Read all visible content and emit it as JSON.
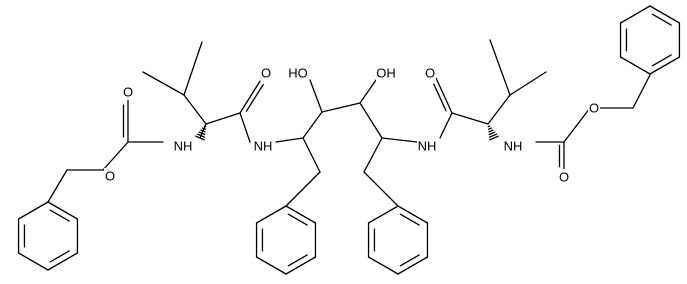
{
  "molecule": {
    "atom_labels": [
      {
        "id": "o1",
        "text": "O"
      },
      {
        "id": "nh1",
        "text": "NH"
      },
      {
        "id": "o2",
        "text": "O"
      },
      {
        "id": "o3",
        "text": "O"
      },
      {
        "id": "nh2",
        "text": "NH"
      },
      {
        "id": "ho1",
        "text": "HO"
      },
      {
        "id": "oh2",
        "text": "OH"
      },
      {
        "id": "o4",
        "text": "O"
      },
      {
        "id": "nh3",
        "text": "NH"
      },
      {
        "id": "nh4",
        "text": "NH"
      },
      {
        "id": "o5",
        "text": "O"
      },
      {
        "id": "o6",
        "text": "O"
      }
    ]
  }
}
